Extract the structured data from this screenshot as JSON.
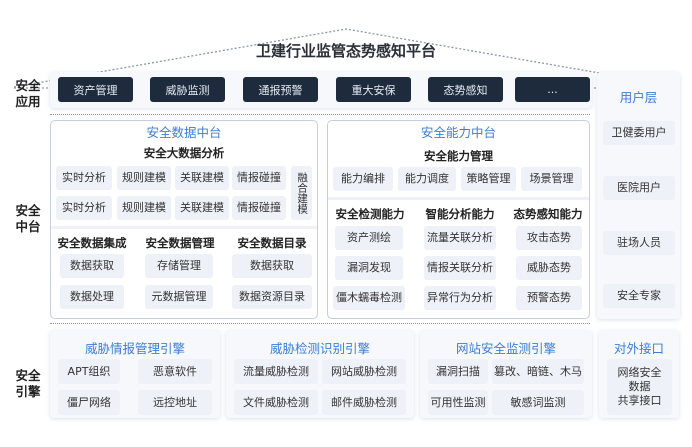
{
  "title": "卫建行业监管态势感知平台",
  "layers": {
    "app": "安全\n应用",
    "middle": "安全\n中台",
    "engine": "安全\n引擎"
  },
  "apps": [
    "资产管理",
    "威胁监测",
    "通报预警",
    "重大安保",
    "态势感知",
    "..."
  ],
  "users": {
    "title": "用户层",
    "items": [
      "卫健委用户",
      "医院用户",
      "驻场人员",
      "安全专家"
    ]
  },
  "data_platform": {
    "title": "安全数据中台",
    "analysis_title": "安全大数据分析",
    "row1": [
      "实时分析",
      "规则建模",
      "关联建模",
      "情报碰撞"
    ],
    "row2": [
      "实时分析",
      "规则建模",
      "关联建模",
      "情报碰撞"
    ],
    "fusion": "融合建模",
    "sections": [
      {
        "title": "安全数据集成",
        "items": [
          "数据获取",
          "数据处理"
        ]
      },
      {
        "title": "安全数据管理",
        "items": [
          "存储管理",
          "元数据管理"
        ]
      },
      {
        "title": "安全数据目录",
        "items": [
          "数据获取",
          "数据资源目录"
        ]
      }
    ]
  },
  "cap_platform": {
    "title": "安全能力中台",
    "mgmt_title": "安全能力管理",
    "mgmt": [
      "能力编排",
      "能力调度",
      "策略管理",
      "场景管理"
    ],
    "sections": [
      {
        "title": "安全检测能力",
        "items": [
          "资产测绘",
          "漏洞发现",
          "僵木蠕毒检测"
        ]
      },
      {
        "title": "智能分析能力",
        "items": [
          "流量关联分析",
          "情报关联分析",
          "异常行为分析"
        ]
      },
      {
        "title": "态势感知能力",
        "items": [
          "攻击态势",
          "威胁态势",
          "预警态势"
        ]
      }
    ]
  },
  "engines": [
    {
      "title": "威胁情报管理引擎",
      "items": [
        "APT组织",
        "恶意软件",
        "僵尸网络",
        "远控地址"
      ]
    },
    {
      "title": "威胁检测识别引擎",
      "items": [
        "流量威胁检测",
        "网站威胁检测",
        "文件威胁检测",
        "邮件威胁检测"
      ]
    },
    {
      "title": "网站安全监测引擎",
      "items": [
        "漏洞扫描",
        "篡改、暗链、木马",
        "可用性监测",
        "敏感词监测"
      ]
    }
  ],
  "interface": {
    "title": "对外接口",
    "item": "网络安全\n数据\n共享接口"
  }
}
